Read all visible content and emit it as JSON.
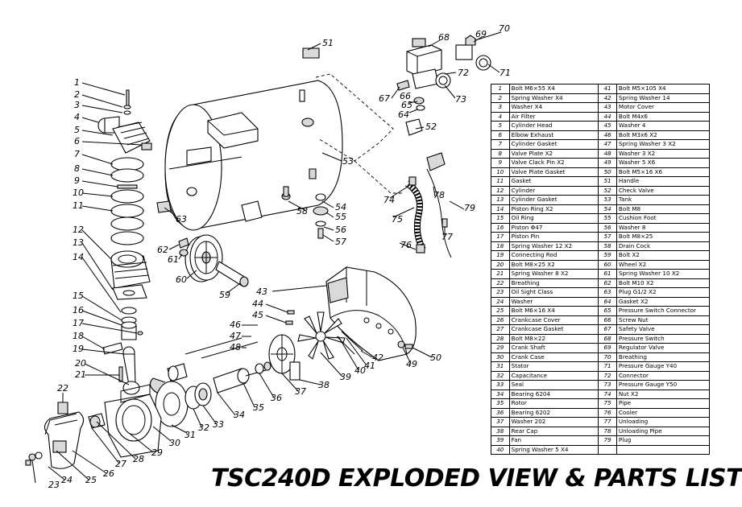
{
  "title": "TSC240D EXPLODED VIEW & PARTS LIST",
  "callouts": [
    "1",
    "2",
    "3",
    "4",
    "5",
    "6",
    "7",
    "8",
    "9",
    "10",
    "11",
    "12",
    "13",
    "14",
    "15",
    "16",
    "17",
    "18",
    "19",
    "20",
    "21",
    "22",
    "23",
    "24",
    "25",
    "26",
    "27",
    "28",
    "29",
    "30",
    "31",
    "32",
    "33",
    "34",
    "35",
    "36",
    "37",
    "38",
    "39",
    "40",
    "41",
    "42",
    "43",
    "44",
    "45",
    "46",
    "47",
    "48",
    "49",
    "50",
    "51",
    "52",
    "53",
    "54",
    "55",
    "56",
    "57",
    "58",
    "59",
    "60",
    "61",
    "62",
    "63",
    "64",
    "65",
    "66",
    "67",
    "68",
    "69",
    "70",
    "71",
    "72",
    "73",
    "74",
    "75",
    "76",
    "77",
    "78",
    "79"
  ],
  "parts": [
    {
      "no": "1",
      "name": "Bolt M6×55  X4"
    },
    {
      "no": "2",
      "name": "Spring Washer  X4"
    },
    {
      "no": "3",
      "name": "Washer  X4"
    },
    {
      "no": "4",
      "name": "Air Filter"
    },
    {
      "no": "5",
      "name": "Cylinder Head"
    },
    {
      "no": "6",
      "name": "Elbow Exhaust"
    },
    {
      "no": "7",
      "name": "Cylinder Gasket"
    },
    {
      "no": "8",
      "name": "Valve Plate  X2"
    },
    {
      "no": "9",
      "name": "Valve Clack Pin  X2"
    },
    {
      "no": "10",
      "name": "Valve Plate Gasket"
    },
    {
      "no": "11",
      "name": "Gasket"
    },
    {
      "no": "12",
      "name": "Cylinder"
    },
    {
      "no": "13",
      "name": "Cylinder Gasket"
    },
    {
      "no": "14",
      "name": "Piston Ring  X2"
    },
    {
      "no": "15",
      "name": "Oil Ring"
    },
    {
      "no": "16",
      "name": "Piston Φ47"
    },
    {
      "no": "17",
      "name": "Piston Pin"
    },
    {
      "no": "18",
      "name": "Spring Washer 12  X2"
    },
    {
      "no": "19",
      "name": "Connecting Rod"
    },
    {
      "no": "20",
      "name": "Bolt M8×25  X2"
    },
    {
      "no": "21",
      "name": "Spring Washer 8  X2"
    },
    {
      "no": "22",
      "name": "Breathing"
    },
    {
      "no": "23",
      "name": "Oil Sight Class"
    },
    {
      "no": "24",
      "name": "Washer"
    },
    {
      "no": "25",
      "name": "Bolt M6×16  X4"
    },
    {
      "no": "26",
      "name": "Crankcase Cover"
    },
    {
      "no": "27",
      "name": "Crankcase Gasket"
    },
    {
      "no": "28",
      "name": "Bolt M8×22"
    },
    {
      "no": "29",
      "name": "Crank Shaft"
    },
    {
      "no": "30",
      "name": "Crank Case"
    },
    {
      "no": "31",
      "name": "Stator"
    },
    {
      "no": "32",
      "name": "Capacitance"
    },
    {
      "no": "33",
      "name": "Seal"
    },
    {
      "no": "34",
      "name": "Bearing 6204"
    },
    {
      "no": "35",
      "name": "Rotor"
    },
    {
      "no": "36",
      "name": "Bearing 6202"
    },
    {
      "no": "37",
      "name": "Washer 202"
    },
    {
      "no": "38",
      "name": "Rear Cap"
    },
    {
      "no": "39",
      "name": "Fan"
    },
    {
      "no": "40",
      "name": "Spring Washer 5  X4"
    },
    {
      "no": "41",
      "name": "Bolt M5×105  X4"
    },
    {
      "no": "42",
      "name": "Spring Washer 14"
    },
    {
      "no": "43",
      "name": "Motor Cover"
    },
    {
      "no": "44",
      "name": "Bolt M4x6"
    },
    {
      "no": "45",
      "name": "Washer 4"
    },
    {
      "no": "46",
      "name": "Bolt M3x6  X2"
    },
    {
      "no": "47",
      "name": "Spring Washer 3  X2"
    },
    {
      "no": "48",
      "name": "Washer 3  X2"
    },
    {
      "no": "49",
      "name": "Washer 5  X6"
    },
    {
      "no": "50",
      "name": "Bolt M5×16  X6"
    },
    {
      "no": "51",
      "name": "Handle"
    },
    {
      "no": "52",
      "name": "Check Valve"
    },
    {
      "no": "53",
      "name": "Tank"
    },
    {
      "no": "54",
      "name": "Bolt M8"
    },
    {
      "no": "55",
      "name": "Cushion Foot"
    },
    {
      "no": "56",
      "name": "Washer 8"
    },
    {
      "no": "57",
      "name": "Bolt M8×25"
    },
    {
      "no": "58",
      "name": "Drain Cock"
    },
    {
      "no": "59",
      "name": "Bolt  X2"
    },
    {
      "no": "60",
      "name": "Wheel  X2"
    },
    {
      "no": "61",
      "name": "Spring Washer 10  X2"
    },
    {
      "no": "62",
      "name": "Bolt M10  X2"
    },
    {
      "no": "63",
      "name": "Plug G1/2  X2"
    },
    {
      "no": "64",
      "name": "Gasket  X2"
    },
    {
      "no": "65",
      "name": "Pressure Switch Connector"
    },
    {
      "no": "66",
      "name": "Screw Nut"
    },
    {
      "no": "67",
      "name": "Safety Valve"
    },
    {
      "no": "68",
      "name": "Pressure Switch"
    },
    {
      "no": "69",
      "name": "Regulator Valve"
    },
    {
      "no": "70",
      "name": "Breathing"
    },
    {
      "no": "71",
      "name": "Pressure Gauge Y40"
    },
    {
      "no": "72",
      "name": "Connector"
    },
    {
      "no": "73",
      "name": "Pressure Gauge Y50"
    },
    {
      "no": "74",
      "name": "Nut  X2"
    },
    {
      "no": "75",
      "name": "Pipe"
    },
    {
      "no": "76",
      "name": "Cooler"
    },
    {
      "no": "77",
      "name": "Unloading"
    },
    {
      "no": "78",
      "name": "Unloading Pipe"
    },
    {
      "no": "79",
      "name": "Plug"
    }
  ]
}
